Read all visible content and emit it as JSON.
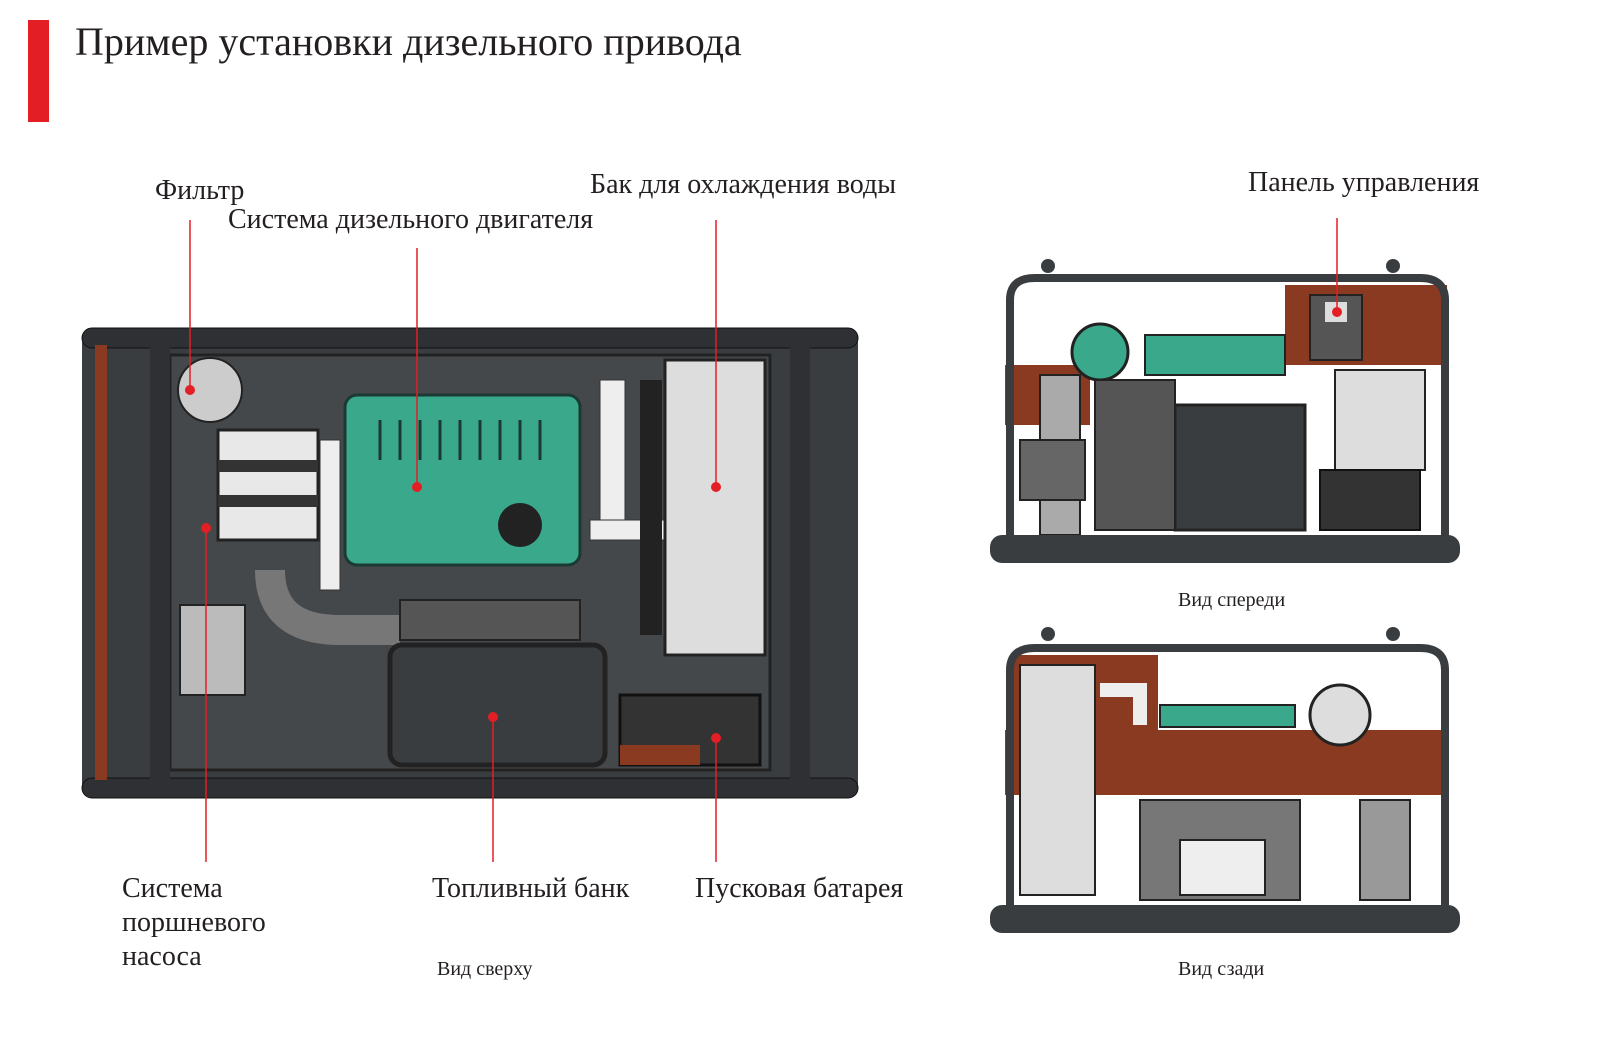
{
  "title": "Пример установки дизельного привода",
  "colors": {
    "accent": "#e31e24",
    "frame": "#3a3d40",
    "engine": "#3aa88a",
    "panel": "#8b3a22"
  },
  "labels": {
    "filter": "Фильтр",
    "engine_system": "Система дизельного двигателя",
    "cooling_tank": "Бак для охлаждения воды",
    "control_panel": "Панель управления",
    "pump_system": "Система поршневого насоса",
    "fuel_tank": "Топливный банк",
    "starter_battery": "Пусковая батарея"
  },
  "captions": {
    "top_view": "Вид сверху",
    "front_view": "Вид спереди",
    "rear_view": "Вид сзади"
  }
}
